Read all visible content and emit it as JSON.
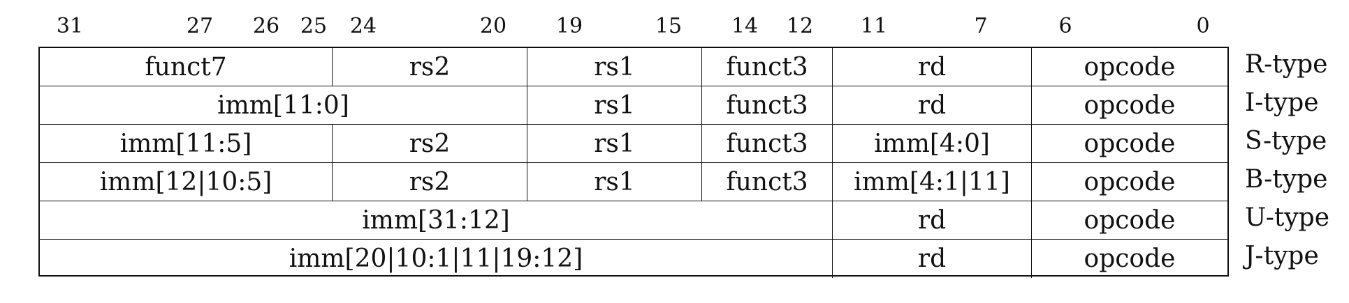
{
  "bit_positions": [
    "31",
    "27",
    "26",
    "25",
    "24",
    "20",
    "19",
    "15",
    "14",
    "12",
    "11",
    "7",
    "6",
    "0"
  ],
  "formats": [
    {
      "type": "R-type",
      "fields": [
        "funct7",
        "rs2",
        "rs1",
        "funct3",
        "rd",
        "opcode"
      ]
    },
    {
      "type": "I-type",
      "fields": [
        "imm[11:0]",
        "rs1",
        "funct3",
        "rd",
        "opcode"
      ]
    },
    {
      "type": "S-type",
      "fields": [
        "imm[11:5]",
        "rs2",
        "rs1",
        "funct3",
        "imm[4:0]",
        "opcode"
      ]
    },
    {
      "type": "B-type",
      "fields": [
        "imm[12|10:5]",
        "rs2",
        "rs1",
        "funct3",
        "imm[4:1|11]",
        "opcode"
      ]
    },
    {
      "type": "U-type",
      "fields": [
        "imm[31:12]",
        "rd",
        "opcode"
      ]
    },
    {
      "type": "J-type",
      "fields": [
        "imm[20|10:1|11|19:12]",
        "rd",
        "opcode"
      ]
    }
  ]
}
